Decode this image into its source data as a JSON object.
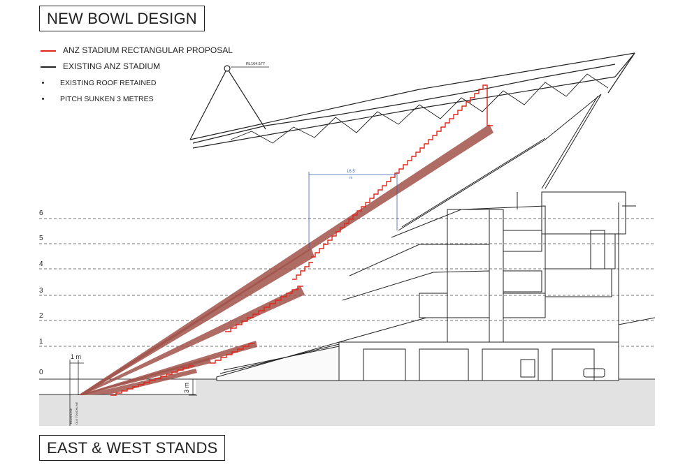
{
  "titles": {
    "top": "NEW BOWL DESIGN",
    "bottom": "EAST & WEST STANDS"
  },
  "legend": {
    "proposal": {
      "label": "ANZ STADIUM RECTANGULAR PROPOSAL",
      "color": "#e0261b"
    },
    "existing": {
      "label": "EXISTING ANZ STADIUM",
      "color": "#222222"
    },
    "roof": {
      "label": "EXISTING ROOF RETAINED"
    },
    "pitch": {
      "label": "PITCH SUNKEN 3 METRES"
    }
  },
  "levels": [
    "0",
    "1",
    "2",
    "3",
    "4",
    "5",
    "6"
  ],
  "annotations": {
    "roof_rl": "RL164.577",
    "span_value": "16.5",
    "span_unit": "m",
    "one_metre": "1 m",
    "three_metre": "3 m",
    "touchline": "TOUCHLINE",
    "old_touchline": "OLD TOUCHLINE"
  },
  "colors": {
    "proposal_fill": "#a0524a",
    "proposal_seat": "#e0261b",
    "ground": "#e2e2e2",
    "dimension": "#3a5fb0"
  }
}
